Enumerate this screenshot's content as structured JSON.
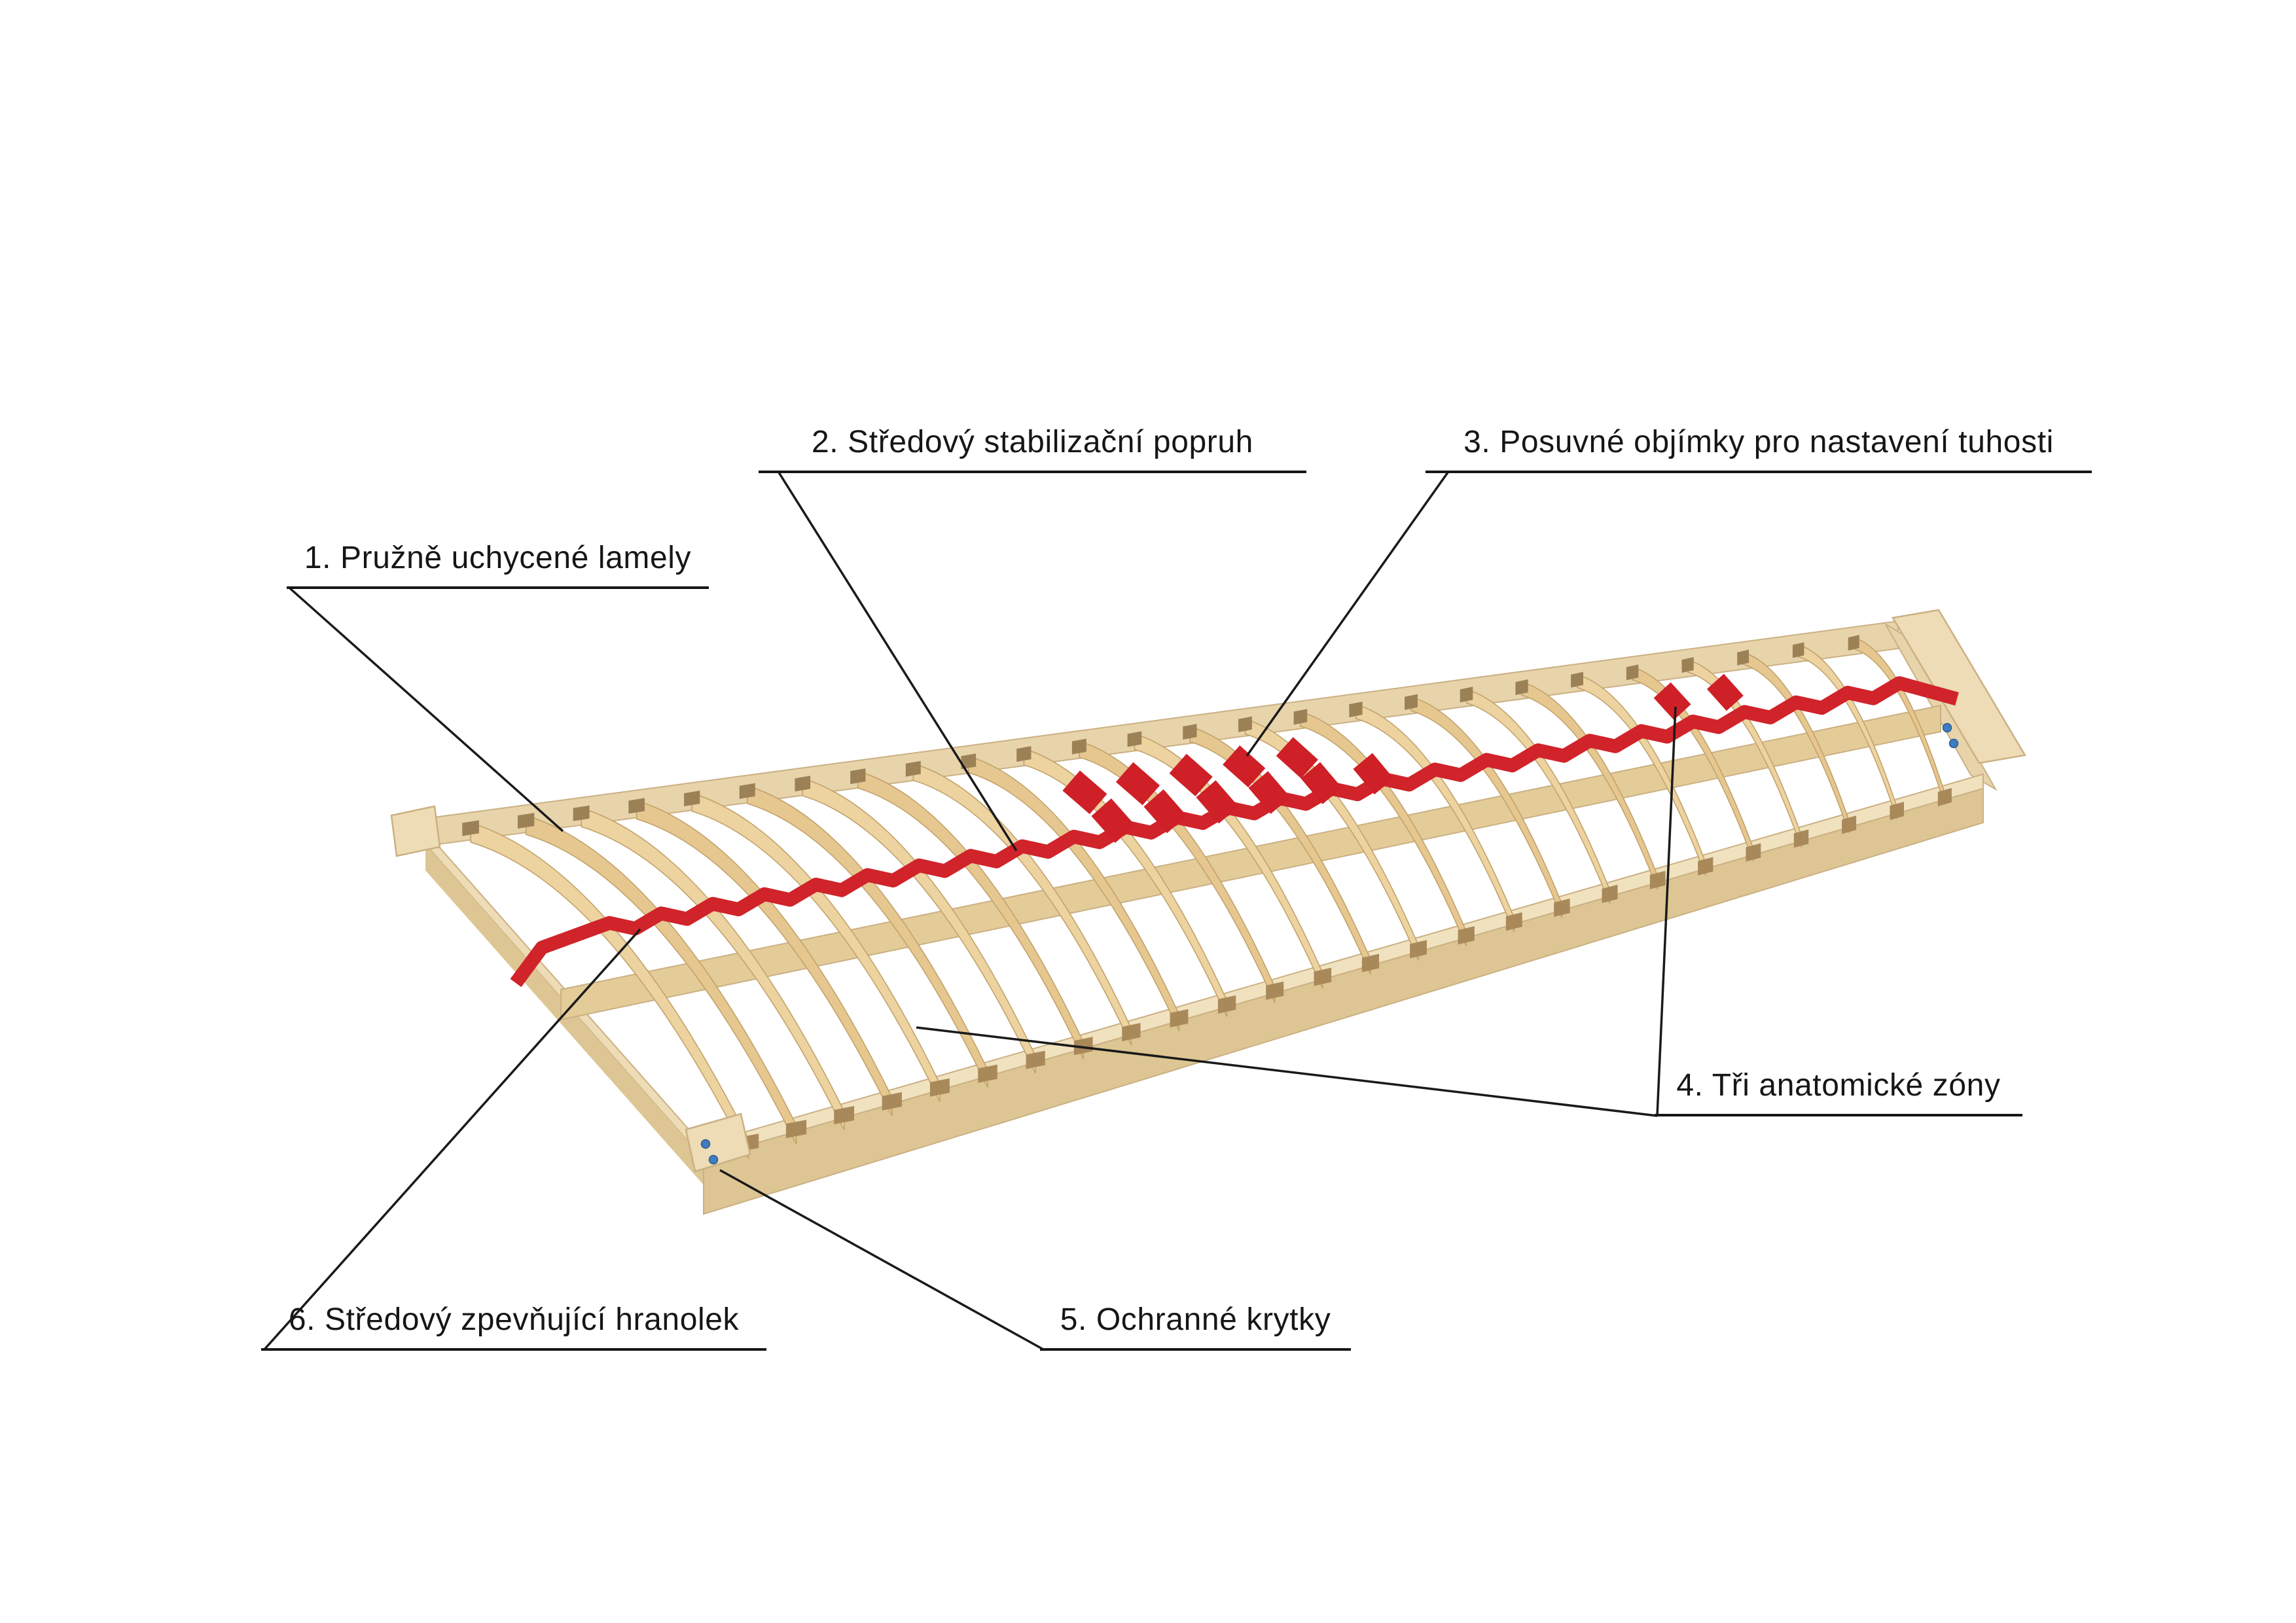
{
  "diagram": {
    "subject": "slatted-bed-base",
    "labels": [
      {
        "id": "1",
        "text": "1. Pružně uchycené lamely"
      },
      {
        "id": "2",
        "text": "2. Středový stabilizační  popruh"
      },
      {
        "id": "3",
        "text": "3. Posuvné objímky pro nastavení tuhosti"
      },
      {
        "id": "4",
        "text": "4. Tři anatomické zóny"
      },
      {
        "id": "5",
        "text": "5. Ochranné krytky"
      },
      {
        "id": "6",
        "text": "6. Středový zpevňující hranolek"
      }
    ],
    "colors": {
      "strap_red": "#d0232a",
      "clip_red": "#cf1f27",
      "wood_slat_a": "#ecd3a0",
      "wood_slat_b": "#e5c78f",
      "wood_slat_edge": "#c2a26b",
      "wood_frame_light": "#eddcb6",
      "wood_frame_mid": "#e7d4ab",
      "wood_frame_side": "#ddc693",
      "wood_holder_far": "#9c8156",
      "wood_holder_near": "#a9895a",
      "wood_bar": "#e4cc98",
      "wood_edge": "#cbb083",
      "screw_blue": "#3f7dc0",
      "line_black": "#1a1a1a"
    }
  }
}
